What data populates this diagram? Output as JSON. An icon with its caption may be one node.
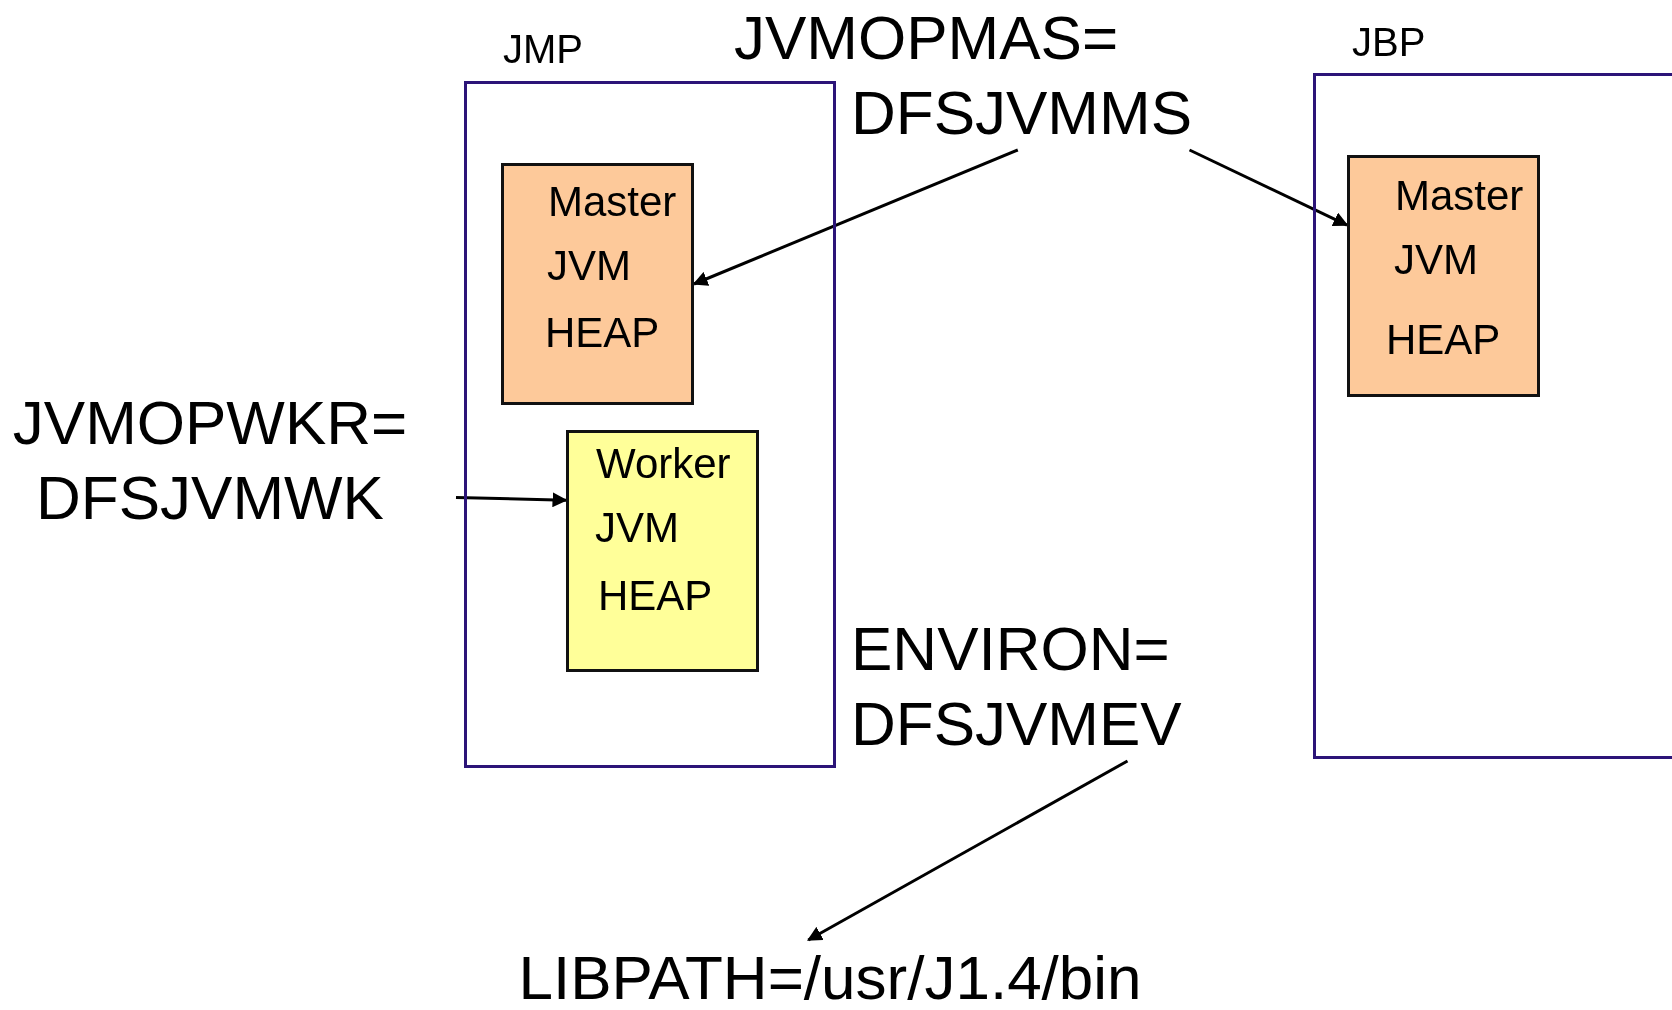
{
  "diagram": {
    "nodes": [
      {
        "text": [
          "JMP"
        ]
      },
      {
        "text": [
          "Master",
          "JVM",
          "HEAP"
        ],
        "in": 0
      },
      {
        "text": [
          "Worker",
          "JVM",
          "HEAP"
        ],
        "in": 0
      },
      {
        "text": [
          "JBP"
        ]
      },
      {
        "text": [
          "Master",
          "JVM",
          "HEAP"
        ],
        "in": 3
      },
      {
        "text": [
          "JVMOPMAS= DFSJVMMS"
        ]
      },
      {
        "text": [
          "JVMOPWKR= DFSJVMWK"
        ]
      },
      {
        "text": [
          "ENVIRON= DFSJVMEV"
        ]
      },
      {
        "text": [
          "LIBPATH=/usr/J1.4/bin"
        ]
      }
    ],
    "edges": [
      {
        "from": 5,
        "to": 1,
        "arrow": "to"
      },
      {
        "from": 5,
        "to": 4,
        "arrow": "to"
      },
      {
        "from": 6,
        "to": 2,
        "arrow": "to"
      },
      {
        "from": 7,
        "to": 8,
        "arrow": "to"
      }
    ]
  }
}
